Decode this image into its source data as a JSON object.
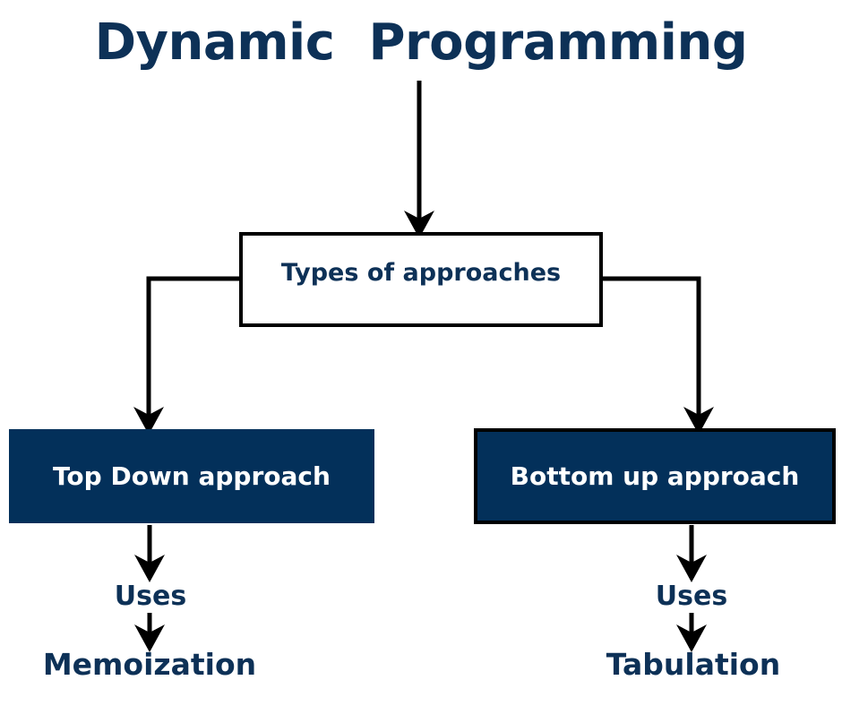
{
  "diagram": {
    "title": "Dynamic  Programming",
    "type": "flowchart",
    "colors": {
      "navy": "#03305a",
      "navy_text": "#0d3157",
      "line": "#000000",
      "white": "#ffffff",
      "background": "#ffffff"
    },
    "nodes": {
      "root": {
        "label": "Dynamic  Programming",
        "style": "title-text"
      },
      "types": {
        "label": "Types of approaches",
        "style": "white-box-black-border"
      },
      "top_down": {
        "label": "Top Down approach",
        "style": "navy-filled-box"
      },
      "bottom_up": {
        "label": "Bottom up approach",
        "style": "navy-filled-box-black-border"
      },
      "uses_left": {
        "label": "Uses",
        "style": "plain-navy-text"
      },
      "memoization": {
        "label": "Memoization",
        "style": "plain-navy-text"
      },
      "uses_right": {
        "label": "Uses",
        "style": "plain-navy-text"
      },
      "tabulation": {
        "label": "Tabulation",
        "style": "plain-navy-text"
      }
    },
    "edges": [
      {
        "from": "root",
        "to": "types",
        "kind": "straight-arrow-down"
      },
      {
        "from": "types",
        "to": "top_down",
        "kind": "elbow-arrow-left-down"
      },
      {
        "from": "types",
        "to": "bottom_up",
        "kind": "elbow-arrow-right-down"
      },
      {
        "from": "top_down",
        "to": "uses_left",
        "kind": "straight-arrow-down"
      },
      {
        "from": "uses_left",
        "to": "memoization",
        "kind": "straight-arrow-down"
      },
      {
        "from": "bottom_up",
        "to": "uses_right",
        "kind": "straight-arrow-down"
      },
      {
        "from": "uses_right",
        "to": "tabulation",
        "kind": "straight-arrow-down"
      }
    ]
  }
}
